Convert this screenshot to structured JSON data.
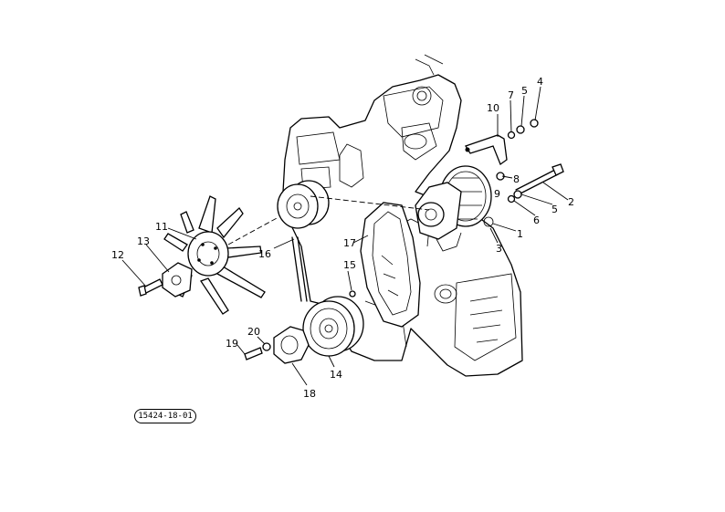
{
  "diagram": {
    "callouts": [
      "1",
      "2",
      "3",
      "4",
      "5",
      "5",
      "6",
      "7",
      "8",
      "9",
      "10",
      "11",
      "12",
      "13",
      "14",
      "15",
      "16",
      "17",
      "18",
      "19",
      "20"
    ],
    "reference_code": "15424-18-01"
  }
}
